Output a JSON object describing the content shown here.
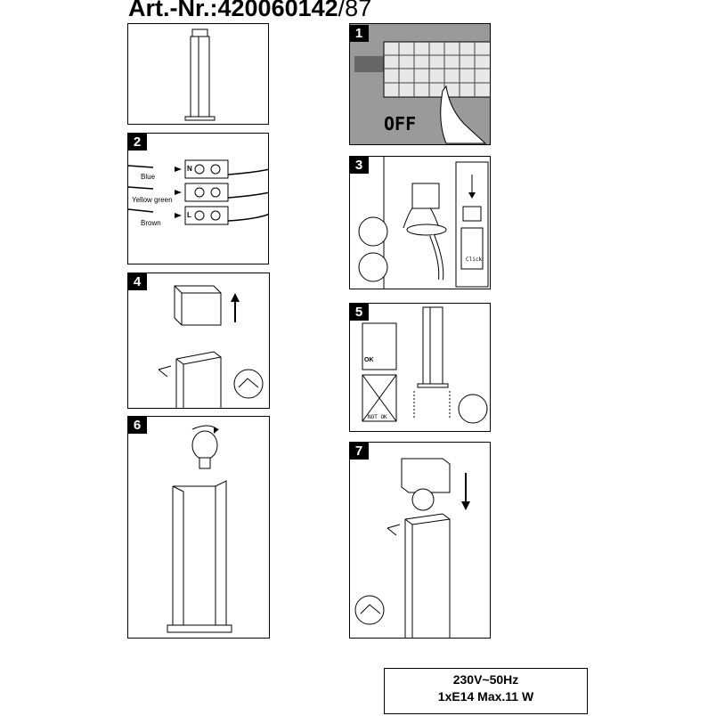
{
  "header": {
    "prefix": "Art.-Nr.:",
    "number": "420060142",
    "slash": "/",
    "suffix": "87"
  },
  "steps": [
    "1",
    "2",
    "3",
    "4",
    "5",
    "6",
    "7"
  ],
  "step1": {
    "off_label": "OFF"
  },
  "step2": {
    "wire_blue": "Blue",
    "wire_yellow_green": "Yellow green",
    "wire_brown": "Brown",
    "terminal_n": "N",
    "terminal_l": "L"
  },
  "step3": {
    "click_label": "Click"
  },
  "step5": {
    "ok_label": "OK",
    "not_ok_label": "NOT OK"
  },
  "specs": {
    "voltage": "230V~50Hz",
    "bulb": "1xE14 Max.11 W"
  }
}
